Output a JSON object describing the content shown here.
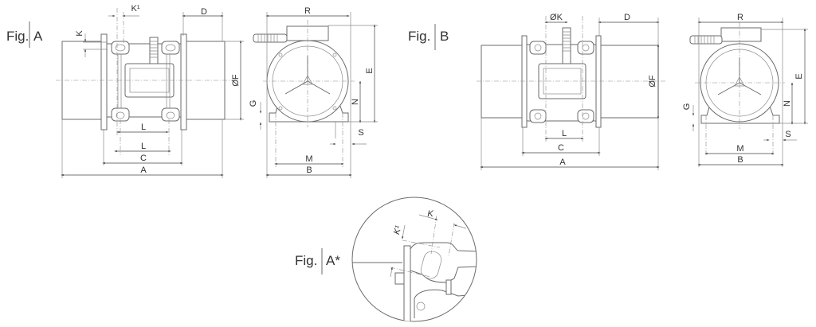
{
  "figures": {
    "fig_a": {
      "prefix": "Fig.",
      "name": "A"
    },
    "fig_b": {
      "prefix": "Fig.",
      "name": "B"
    },
    "fig_a_star": {
      "prefix": "Fig.",
      "name": "A*"
    }
  },
  "dims_a_side": {
    "d": "D",
    "k1": "K¹",
    "k": "K",
    "f": "ØF",
    "l1": "L",
    "l2": "L",
    "c": "C",
    "a": "A"
  },
  "dims_a_front": {
    "r": "R",
    "e": "E",
    "n": "N",
    "g": "G",
    "s": "S",
    "m": "M",
    "b": "B"
  },
  "dims_b_side": {
    "k": "ØK",
    "d": "D",
    "f": "ØF",
    "l": "L",
    "c": "C",
    "a": "A"
  },
  "dims_b_front": {
    "r": "R",
    "e": "E",
    "n": "N",
    "g": "G",
    "s": "S",
    "m": "M",
    "b": "B"
  },
  "dims_detail": {
    "k": "K",
    "k1": "K¹"
  }
}
